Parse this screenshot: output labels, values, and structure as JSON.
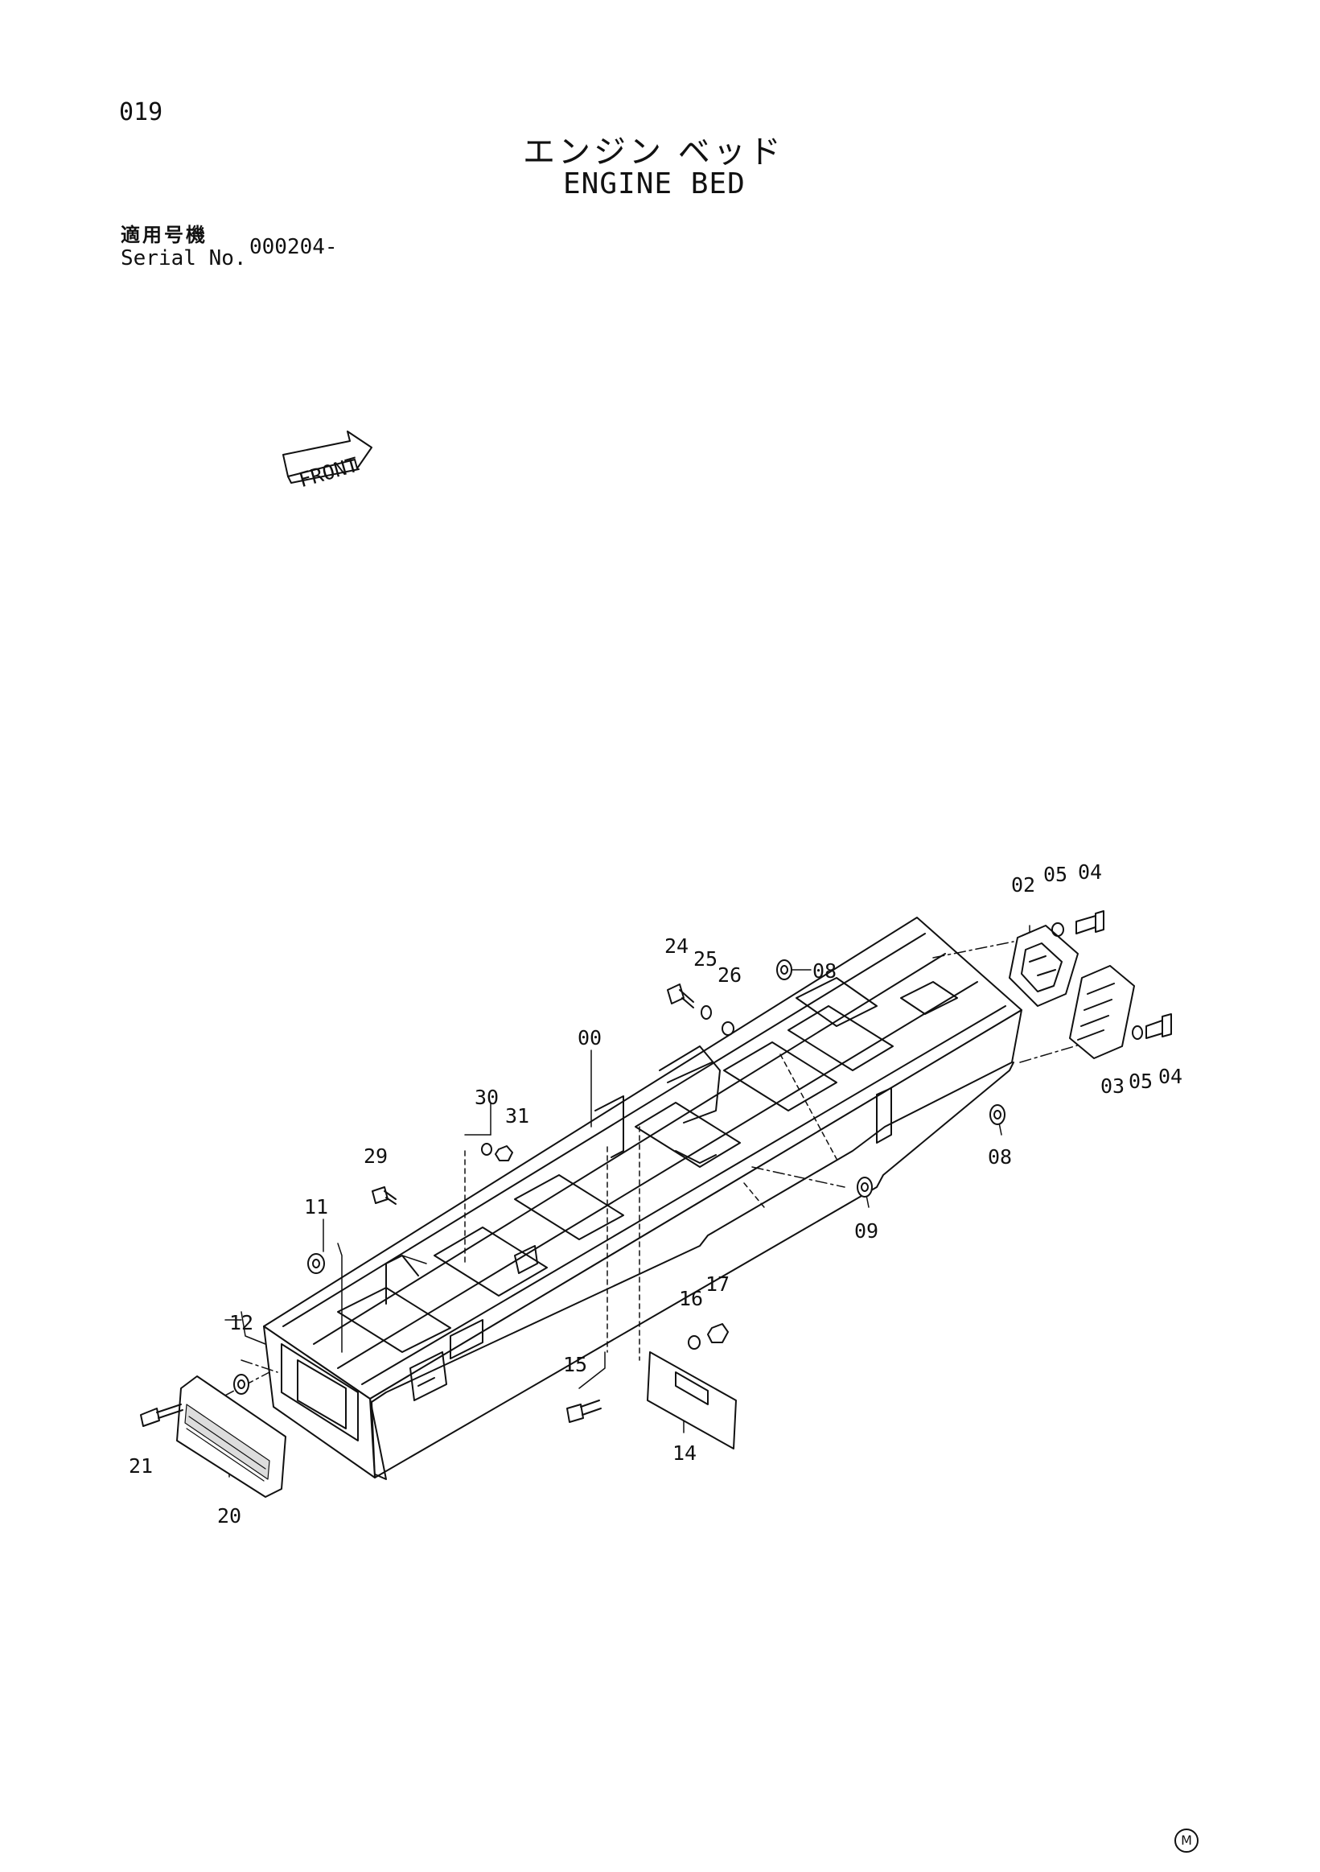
{
  "header": {
    "page_number": "019",
    "title_jp": "エンジン ベッド",
    "title_en": "ENGINE BED",
    "serial_label_jp": "適用号機",
    "serial_label_en": "Serial No.",
    "serial_value": "000204-"
  },
  "front_arrow": {
    "label": "FRONT"
  },
  "parts": {
    "p00": "00",
    "p02": "02",
    "p03": "03",
    "p04a": "04",
    "p04b": "04",
    "p05a": "05",
    "p05b": "05",
    "p08a": "08",
    "p08b": "08",
    "p09": "09",
    "p11": "11",
    "p12": "12",
    "p14": "14",
    "p15": "15",
    "p16": "16",
    "p17": "17",
    "p20": "20",
    "p21": "21",
    "p24": "24",
    "p25": "25",
    "p26": "26",
    "p29": "29",
    "p30": "30",
    "p31": "31"
  },
  "footer": {
    "mark": "M"
  }
}
